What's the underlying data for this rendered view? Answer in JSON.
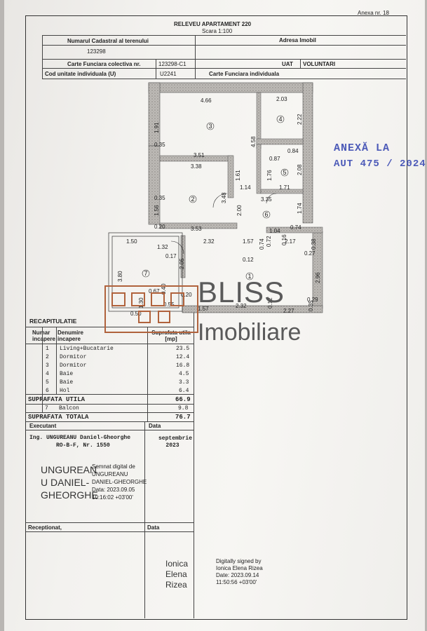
{
  "header": {
    "annex_label": "Anexa nr. 18",
    "title": "RELEVEU  APARTAMENT 220",
    "scale": "Scara 1:100"
  },
  "info": {
    "cadastral_label": "Numarul Cadastral al terenului",
    "cadastral_value": "123298",
    "address_label": "Adresa Imobil",
    "cf_collective_label": "Carte Funciara colectiva nr.",
    "cf_collective_value": "123298-C1",
    "uat_label": "UAT",
    "uat_value": "VOLUNTARI",
    "unit_label": "Cod unitate individuala (U)",
    "unit_value": "U2241",
    "cf_individual_label": "Carte Funciara individuala"
  },
  "stamp": {
    "line1": "ANEXĂ  LA",
    "line2": "AUT 475 / 2024"
  },
  "watermark": {
    "brand": "BLISS",
    "sub": "Imobiliare"
  },
  "plan": {
    "rooms": [
      "1",
      "2",
      "3",
      "4",
      "5",
      "6",
      "7"
    ],
    "dims": [
      "4.66",
      "2.03",
      "1.91",
      "2.22",
      "4.58",
      "0.35",
      "0.84",
      "3.51",
      "3.38",
      "0.87",
      "1.61",
      "1.76",
      "2.08",
      "3.48",
      "1.14",
      "1.71",
      "3.35",
      "0.35",
      "1.56",
      "2.00",
      "1.74",
      "0.20",
      "3.53",
      "1.04",
      "0.74",
      "1.50",
      "1.32",
      "2.32",
      "1.57",
      "0.74",
      "0.72",
      "0.16",
      "2.17",
      "0.38",
      "0.27",
      "0.17",
      "0.12",
      "3.80",
      "2.05",
      "2.96",
      "0.67",
      "0.40",
      "0.20",
      "0.29",
      "1.30",
      "0.55",
      "1.57",
      "2.32",
      "0.12",
      "2.27",
      "0.35",
      "0.50"
    ]
  },
  "recap": {
    "title": "RECAPITULATIE",
    "col_num": "Numar incapere",
    "col_name": "Denumire incapere",
    "col_area": "Suprafata utila [mp]",
    "rows": [
      {
        "n": "1",
        "name": "Living+Bucatarie",
        "area": "23.5"
      },
      {
        "n": "2",
        "name": "Dormitor",
        "area": "12.4"
      },
      {
        "n": "3",
        "name": "Dormitor",
        "area": "16.8"
      },
      {
        "n": "4",
        "name": "Baie",
        "area": "4.5"
      },
      {
        "n": "5",
        "name": "Baie",
        "area": "3.3"
      },
      {
        "n": "6",
        "name": "Hol",
        "area": "6.4"
      }
    ],
    "useful_label": "SUPRAFATA UTILA",
    "useful_value": "66.9",
    "balcony_n": "7",
    "balcony_name": "Balcon",
    "balcony_value": "9.8",
    "total_label": "SUPRAFATA TOTALA",
    "total_value": "76.7"
  },
  "executant": {
    "label": "Executant",
    "date_label": "Data",
    "name": "Ing. UNGUREANU Daniel-Gheorghe",
    "reg": "RO-B-F, Nr. 1550",
    "date": "septembrie 2023",
    "sig_name_1": "UNGUREAN",
    "sig_name_2": "U DANIEL-",
    "sig_name_3": "GHEORGHE",
    "sig_info_1": "Semnat digital de",
    "sig_info_2": "UNGUREANU",
    "sig_info_3": "DANIEL-GHEORGHE",
    "sig_info_4": "Data: 2023.09.05",
    "sig_info_5": "10:16:02 +03'00'"
  },
  "receptionat": {
    "label": "Receptionat,",
    "date_label": "Data",
    "sig_name_1": "Ionica",
    "sig_name_2": "Elena",
    "sig_name_3": "Rizea",
    "sig_info_1": "Digitally signed by",
    "sig_info_2": "Ionica Elena Rizea",
    "sig_info_3": "Date: 2023.09.14",
    "sig_info_4": "11:50:56 +03'00'"
  }
}
